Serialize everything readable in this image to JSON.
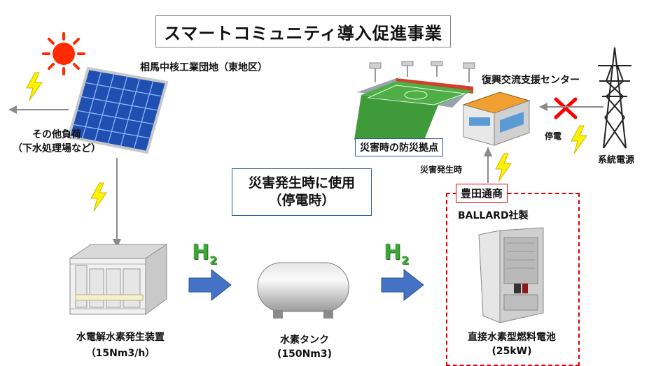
{
  "title": "スマートコミュニティ導入促進事業",
  "solar_label": "相馬中核工業団地（東地区）",
  "other_load": {
    "line1": "その他負荷",
    "line2": "（下水処理場など）"
  },
  "electrolyzer": {
    "line1": "水電解水素発生装置",
    "line2": "（15Nm3/h）"
  },
  "tank": {
    "line1": "水素タンク",
    "line2": "(150Nm3)"
  },
  "fuel_cell": {
    "vendor": "豊田通商",
    "maker": "BALLARD社製",
    "line1": "直接水素型燃料電池",
    "line2": "(25kW)"
  },
  "disaster_use": {
    "line1": "災害発生時に使用",
    "line2": "（停電時）"
  },
  "stadium_label": "災害時の防災拠点",
  "support_center": "復興交流支援センター",
  "blackout": "停電",
  "grid_power": "系統電源",
  "disaster_occurs": "災害発生時",
  "h2_label": "H",
  "h2_sub": "2"
}
